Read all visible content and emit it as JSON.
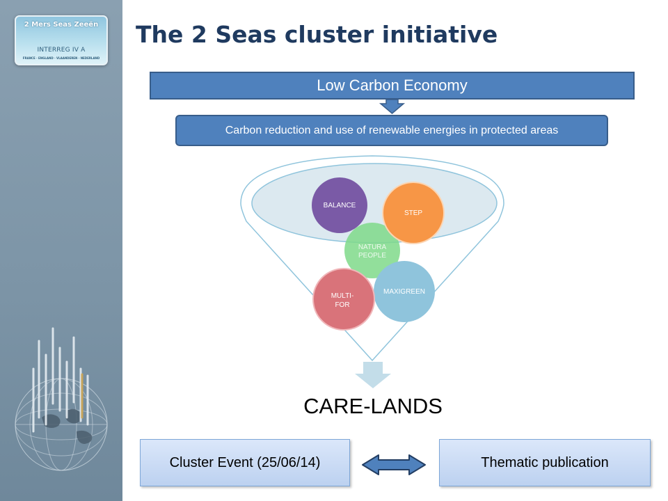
{
  "slide": {
    "title": "The 2 Seas cluster initiative"
  },
  "logo": {
    "title": "2 Mers Seas Zeeën",
    "programme": "INTERREG IV A",
    "countries": "FRANCE · ENGLAND · VLAANDEREN · NEDERLAND"
  },
  "header_bar": {
    "label": "Low Carbon Economy"
  },
  "subtheme_bar": {
    "label": "Carbon reduction and use of renewable energies in protected areas"
  },
  "projects": [
    {
      "label": "BALANCE",
      "color": "#7a5aa6"
    },
    {
      "label": "STEP",
      "color": "#f79646"
    },
    {
      "label": "NATURA PEOPLE",
      "color": "#7fd98a"
    },
    {
      "label": "MULTI-FOR",
      "color": "#d9737a"
    },
    {
      "label": "MAXIGREEN",
      "color": "#8fc4dc"
    }
  ],
  "funnel_output": {
    "label": "CARE-LANDS"
  },
  "outputs": {
    "event": "Cluster Event (25/06/14)",
    "publication": "Thematic publication"
  },
  "colors": {
    "title": "#1f3a5f",
    "accent_blue": "#4f81bd",
    "sidebar": "#7d95a7"
  }
}
